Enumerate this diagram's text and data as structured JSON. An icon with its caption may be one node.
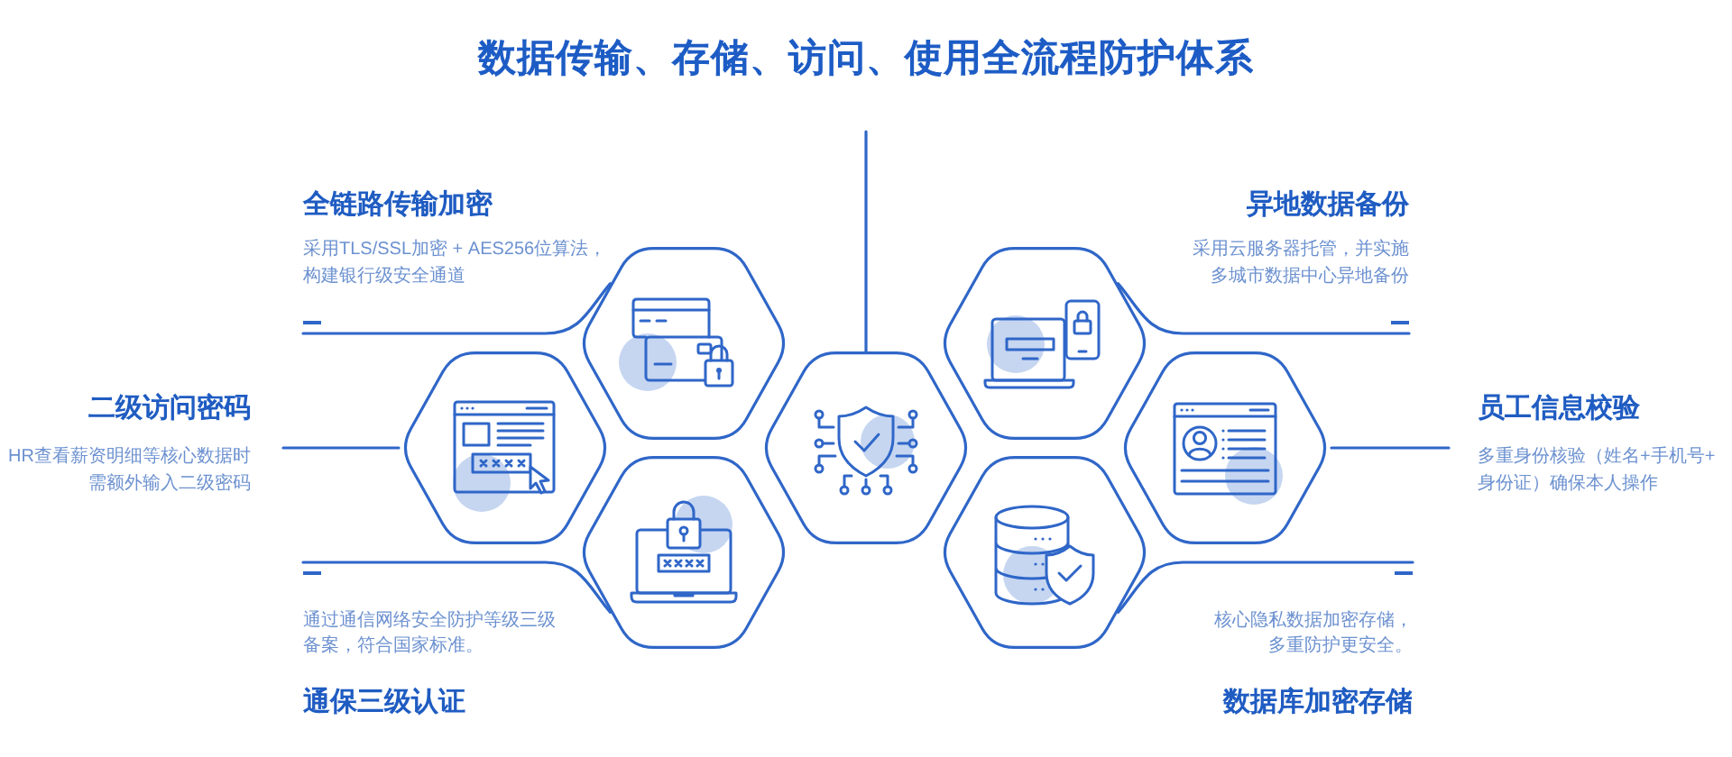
{
  "diagram": {
    "title": "数据传输、存储、访问、使用全流程防护体系",
    "nodes": [
      {
        "text": [
          "全链路传输加密",
          "采用TLS/SSL加密 + AES256位算法，构建银行级安全通道"
        ]
      },
      {
        "text": [],
        "shape": "hexagon"
      },
      {
        "text": [
          "异地数据备份",
          "采用云服务器托管，并实施多城市数据中心异地备份"
        ]
      },
      {
        "text": [],
        "shape": "hexagon"
      },
      {
        "text": [
          "二级访问密码",
          "HR查看薪资明细等核心数据时需额外输入二级密码"
        ]
      },
      {
        "text": [],
        "shape": "hexagon"
      },
      {
        "text": [],
        "shape": "hexagon"
      },
      {
        "text": [],
        "shape": "hexagon"
      },
      {
        "text": [
          "员工信息校验",
          "多重身份核验（姓名+手机号+身份证）确保本人操作"
        ]
      },
      {
        "text": [],
        "shape": "hexagon"
      },
      {
        "text": [
          "通过通信网络安全防护等级三级备案，符合国家标准。",
          "通保三级认证"
        ]
      },
      {
        "text": [],
        "shape": "hexagon"
      },
      {
        "text": [
          "核心隐私数据加密存储，多重防护更安全。",
          "数据库加密存储"
        ]
      }
    ],
    "edges": [
      {
        "from": 6,
        "to": null,
        "arrow": "none"
      },
      {
        "from": 1,
        "to": 0,
        "arrow": "none"
      },
      {
        "from": 3,
        "to": 2,
        "arrow": "none"
      },
      {
        "from": 5,
        "to": 4,
        "arrow": "none"
      },
      {
        "from": 7,
        "to": 8,
        "arrow": "none"
      },
      {
        "from": 9,
        "to": 10,
        "arrow": "none"
      },
      {
        "from": 11,
        "to": 12,
        "arrow": "none"
      }
    ]
  }
}
